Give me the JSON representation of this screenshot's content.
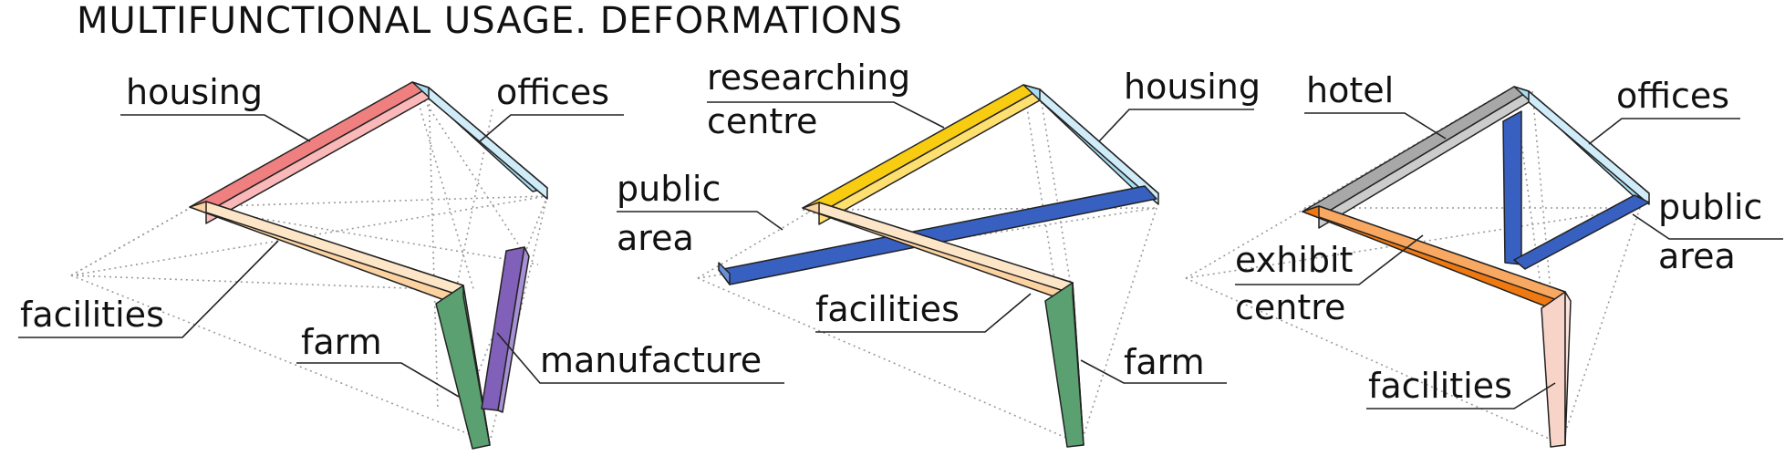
{
  "title": "MULTIFUNCTIONAL USAGE. DEFORMATIONS",
  "colors": {
    "housing": "#f08080",
    "offices": "#a8dcf0",
    "facilities": "#fcd2a0",
    "farm": "#5aa070",
    "manufacture": "#8060b8",
    "researching_centre": "#f8cc10",
    "public_area": "#3860c0",
    "hotel": "#a8a8a8",
    "exhibit_centre": "#f07810",
    "facilities_light": "#f8d4c8"
  },
  "diagrams": [
    {
      "name": "diagram-1",
      "labels": [
        {
          "key": "housing",
          "text": "housing"
        },
        {
          "key": "offices",
          "text": "offices"
        },
        {
          "key": "facilities",
          "text": "facilities"
        },
        {
          "key": "farm",
          "text": "farm"
        },
        {
          "key": "manufacture",
          "text": "manufacture"
        }
      ]
    },
    {
      "name": "diagram-2",
      "labels": [
        {
          "key": "researching",
          "text": "researching"
        },
        {
          "key": "centre",
          "text": "centre"
        },
        {
          "key": "housing",
          "text": "housing"
        },
        {
          "key": "public",
          "text": "public"
        },
        {
          "key": "area",
          "text": "area"
        },
        {
          "key": "facilities",
          "text": "facilities"
        },
        {
          "key": "farm",
          "text": "farm"
        }
      ]
    },
    {
      "name": "diagram-3",
      "labels": [
        {
          "key": "hotel",
          "text": "hotel"
        },
        {
          "key": "offices",
          "text": "offices"
        },
        {
          "key": "public",
          "text": "public"
        },
        {
          "key": "area",
          "text": "area"
        },
        {
          "key": "exhibit",
          "text": "exhibit"
        },
        {
          "key": "centre",
          "text": "centre"
        },
        {
          "key": "facilities",
          "text": "facilities"
        }
      ]
    }
  ]
}
